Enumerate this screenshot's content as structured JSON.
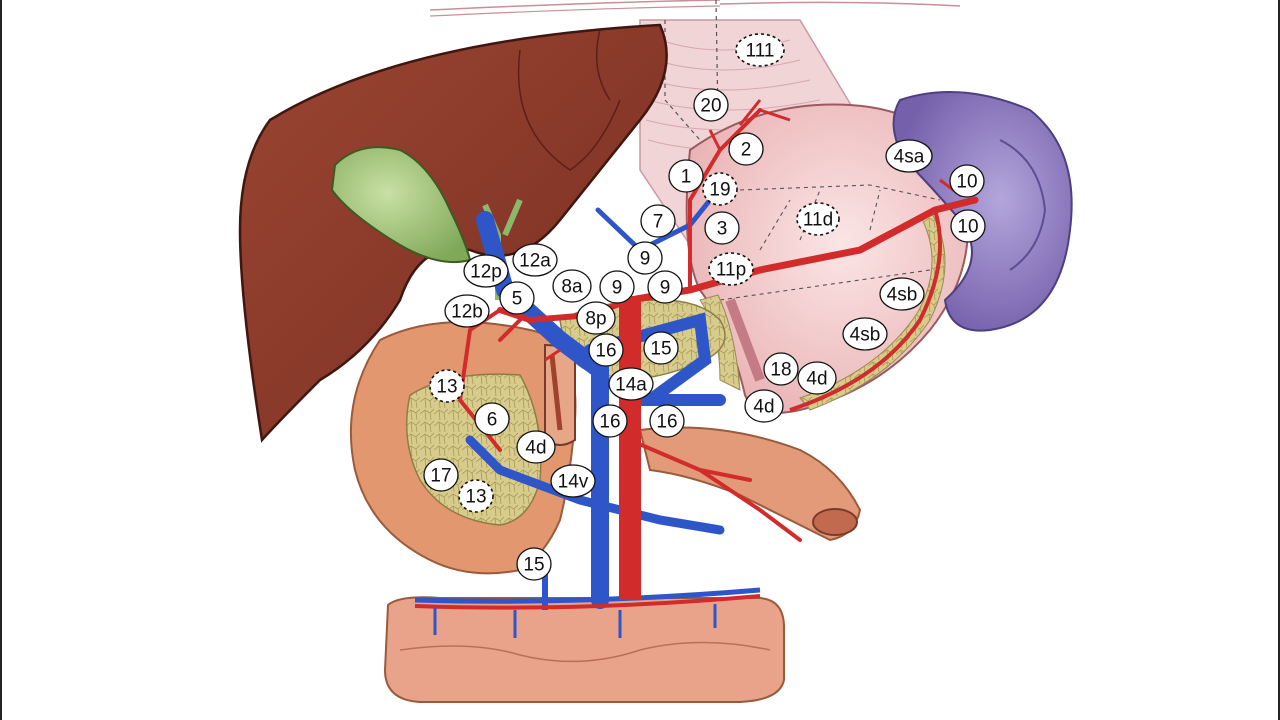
{
  "diagram": {
    "kind": "gastric lymph node stations",
    "colors": {
      "liver": "#8b3a2a",
      "gallbladder": "#9bc27a",
      "stomach": "#f2c9c9",
      "spleen": "#8a78b8",
      "pancreas": "#d4c48a",
      "duodenum": "#e0956e",
      "artery": "#d22b2b",
      "vein": "#2f56c8",
      "esophagus": "#efd3d3",
      "colon": "#e8a38a"
    },
    "nodes": [
      {
        "id": "111",
        "label": "111",
        "dashed": true
      },
      {
        "id": "20",
        "label": "20",
        "dashed": false
      },
      {
        "id": "2",
        "label": "2",
        "dashed": false
      },
      {
        "id": "4sa",
        "label": "4sa",
        "dashed": false
      },
      {
        "id": "1",
        "label": "1",
        "dashed": false
      },
      {
        "id": "19",
        "label": "19",
        "dashed": true
      },
      {
        "id": "10a",
        "label": "10",
        "dashed": false
      },
      {
        "id": "10b",
        "label": "10",
        "dashed": false
      },
      {
        "id": "7",
        "label": "7",
        "dashed": false
      },
      {
        "id": "11d",
        "label": "11d",
        "dashed": true
      },
      {
        "id": "3",
        "label": "3",
        "dashed": false
      },
      {
        "id": "12a",
        "label": "12a",
        "dashed": false
      },
      {
        "id": "9a",
        "label": "9",
        "dashed": false
      },
      {
        "id": "11p",
        "label": "11p",
        "dashed": true
      },
      {
        "id": "12p",
        "label": "12p",
        "dashed": false
      },
      {
        "id": "8a",
        "label": "8a",
        "dashed": false
      },
      {
        "id": "9b",
        "label": "9",
        "dashed": false
      },
      {
        "id": "9c",
        "label": "9",
        "dashed": false
      },
      {
        "id": "4sb1",
        "label": "4sb",
        "dashed": false
      },
      {
        "id": "5",
        "label": "5",
        "dashed": false
      },
      {
        "id": "12b",
        "label": "12b",
        "dashed": false
      },
      {
        "id": "8p",
        "label": "8p",
        "dashed": false
      },
      {
        "id": "4sb2",
        "label": "4sb",
        "dashed": false
      },
      {
        "id": "16a",
        "label": "16",
        "dashed": false
      },
      {
        "id": "15a",
        "label": "15",
        "dashed": false
      },
      {
        "id": "18",
        "label": "18",
        "dashed": false
      },
      {
        "id": "4d1",
        "label": "4d",
        "dashed": false
      },
      {
        "id": "13a",
        "label": "13",
        "dashed": true
      },
      {
        "id": "14a",
        "label": "14a",
        "dashed": false
      },
      {
        "id": "4d2",
        "label": "4d",
        "dashed": false
      },
      {
        "id": "6",
        "label": "6",
        "dashed": false
      },
      {
        "id": "16b",
        "label": "16",
        "dashed": false
      },
      {
        "id": "16c",
        "label": "16",
        "dashed": false
      },
      {
        "id": "4d3",
        "label": "4d",
        "dashed": false
      },
      {
        "id": "17",
        "label": "17",
        "dashed": false
      },
      {
        "id": "14v",
        "label": "14v",
        "dashed": false
      },
      {
        "id": "13b",
        "label": "13",
        "dashed": true
      },
      {
        "id": "15b",
        "label": "15",
        "dashed": false
      }
    ]
  }
}
